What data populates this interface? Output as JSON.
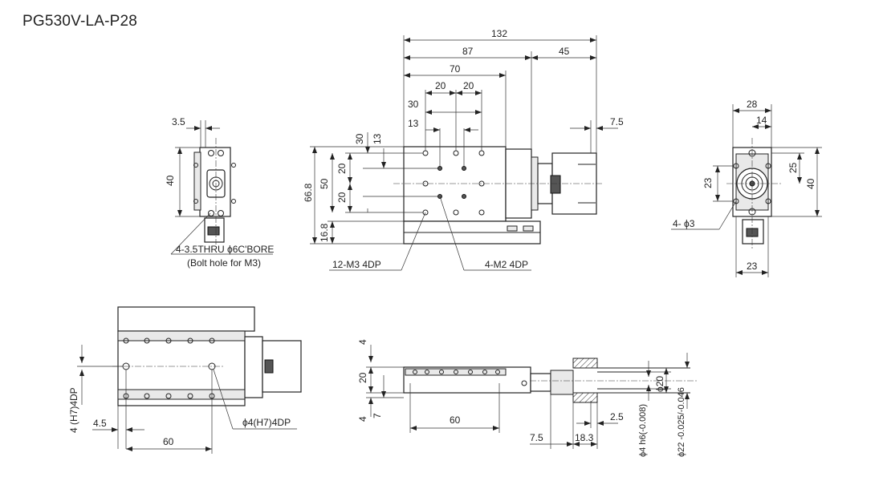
{
  "title": "PG530V-LA-P28",
  "dimensions": {
    "d132": "132",
    "d87": "87",
    "d45": "45",
    "d70": "70",
    "d20a": "20",
    "d20b": "20",
    "d30": "30",
    "d13": "13",
    "d7_5_top": "7.5",
    "v30": "30",
    "v13": "13",
    "v20a": "20",
    "v50": "50",
    "v20b": "20",
    "v66_8": "66.8",
    "v16_8": "16.8",
    "l3_5": "3.5",
    "l40": "40",
    "r28": "28",
    "r14": "14",
    "r23v": "23",
    "r25": "25",
    "r40": "40",
    "r23h": "23",
    "bl4_h7": "4 (H7)4DP",
    "bl4_5": "4.5",
    "bl60": "60",
    "bc4_top": "4",
    "bc20": "20",
    "bc4_bot": "4",
    "bc7": "7",
    "bc60": "60",
    "bc7_5": "7.5",
    "bc18_3": "18.3",
    "bc2_5": "2.5",
    "bc_phi20": "ϕ20",
    "bc_phi4h6": "ϕ4 h6(-0.008)",
    "bc_phi22": "ϕ22 -0.025/-0.046"
  },
  "callouts": {
    "bolt_hole": "4-3.5THRU ϕ6C'BORE",
    "bolt_hole_note": "(Bolt hole for M3)",
    "m3": "12-M3 4DP",
    "m2": "4-M2 4DP",
    "phi3": "4- ϕ3",
    "phi4": "ϕ4(H7)4DP"
  }
}
